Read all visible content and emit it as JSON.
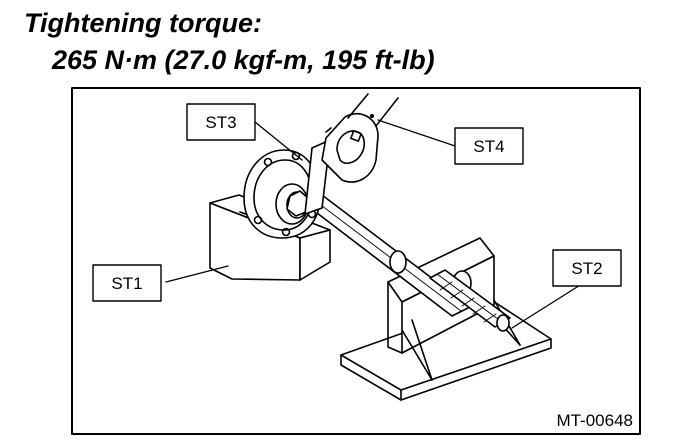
{
  "heading": {
    "title": "Tightening torque:",
    "value": "265 N·m (27.0 kgf-m, 195 ft-lb)"
  },
  "figure": {
    "labels": {
      "st1": "ST1",
      "st2": "ST2",
      "st3": "ST3",
      "st4": "ST4"
    },
    "figure_id": "MT-00648"
  }
}
